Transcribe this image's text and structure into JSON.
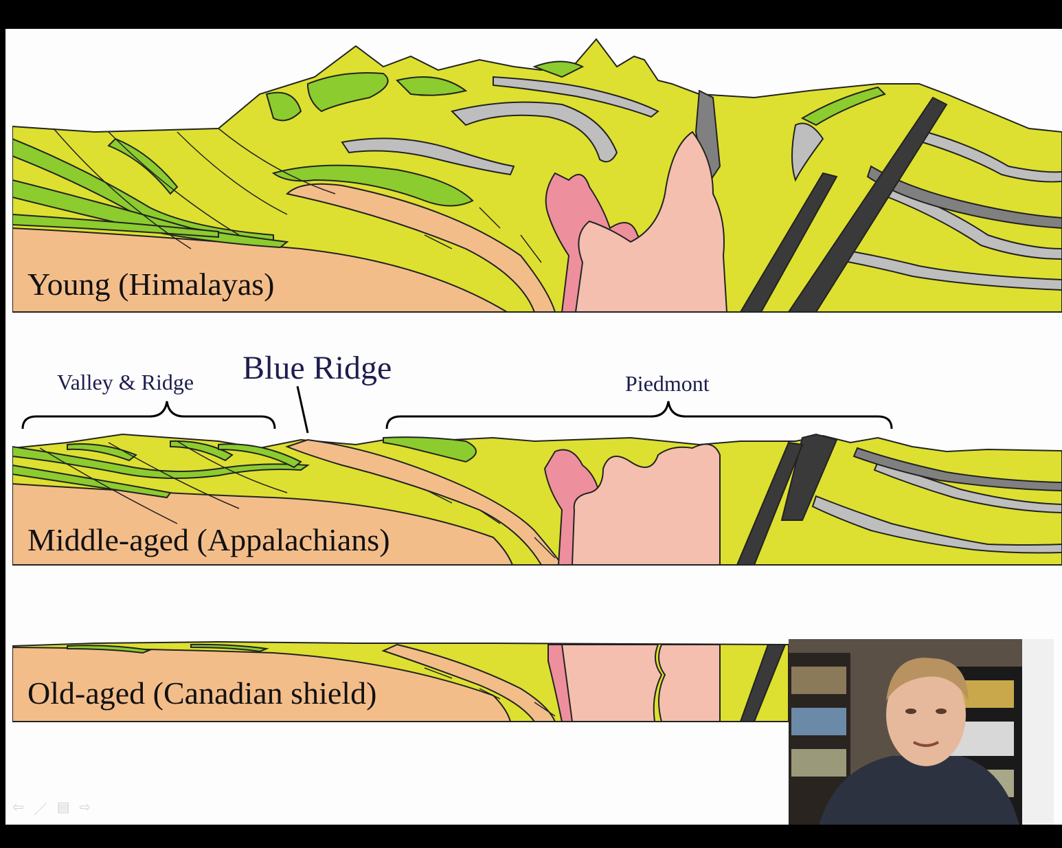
{
  "panels": {
    "young": {
      "caption": "Young (Himalayas)"
    },
    "middle": {
      "caption": "Middle-aged (Appalachians)",
      "labels": {
        "valley_ridge": "Valley & Ridge",
        "blue_ridge": "Blue Ridge",
        "piedmont": "Piedmont"
      }
    },
    "old": {
      "caption": "Old-aged (Canadian shield)"
    }
  },
  "colors": {
    "bedrock_orange": "#f3bd8a",
    "yellow_fill": "#dde030",
    "green_layer": "#8ccc2e",
    "gray_layer": "#bebebe",
    "dark_layer": "#3a3a3a",
    "granite_pink": "#f4bfae",
    "pink_intrusion": "#ee8f9d"
  },
  "icons": [
    "prev-arrow-icon",
    "pen-icon",
    "menu-icon",
    "next-arrow-icon"
  ]
}
